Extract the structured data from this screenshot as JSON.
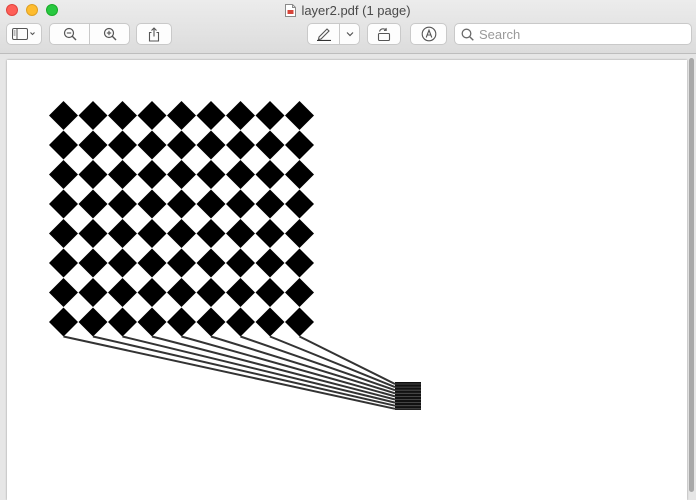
{
  "window": {
    "title": "layer2.pdf (1 page)"
  },
  "toolbar": {
    "sidebar_icon": "sidebar-icon",
    "zoom_out_icon": "zoom-out-icon",
    "zoom_in_icon": "zoom-in-icon",
    "share_icon": "share-icon",
    "markup_icon": "pen-icon",
    "rotate_icon": "rotate-icon",
    "annotate_icon": "markup-circle-icon"
  },
  "search": {
    "placeholder": "Search",
    "value": ""
  },
  "colors": {
    "close": "#fe5f57",
    "minimize": "#febc2e",
    "zoom": "#28c840",
    "diamond": "#000000",
    "wire": "#333333"
  },
  "document": {
    "pattern": "diamond-grid",
    "columns": 9,
    "rows": 8,
    "wires": 9
  }
}
